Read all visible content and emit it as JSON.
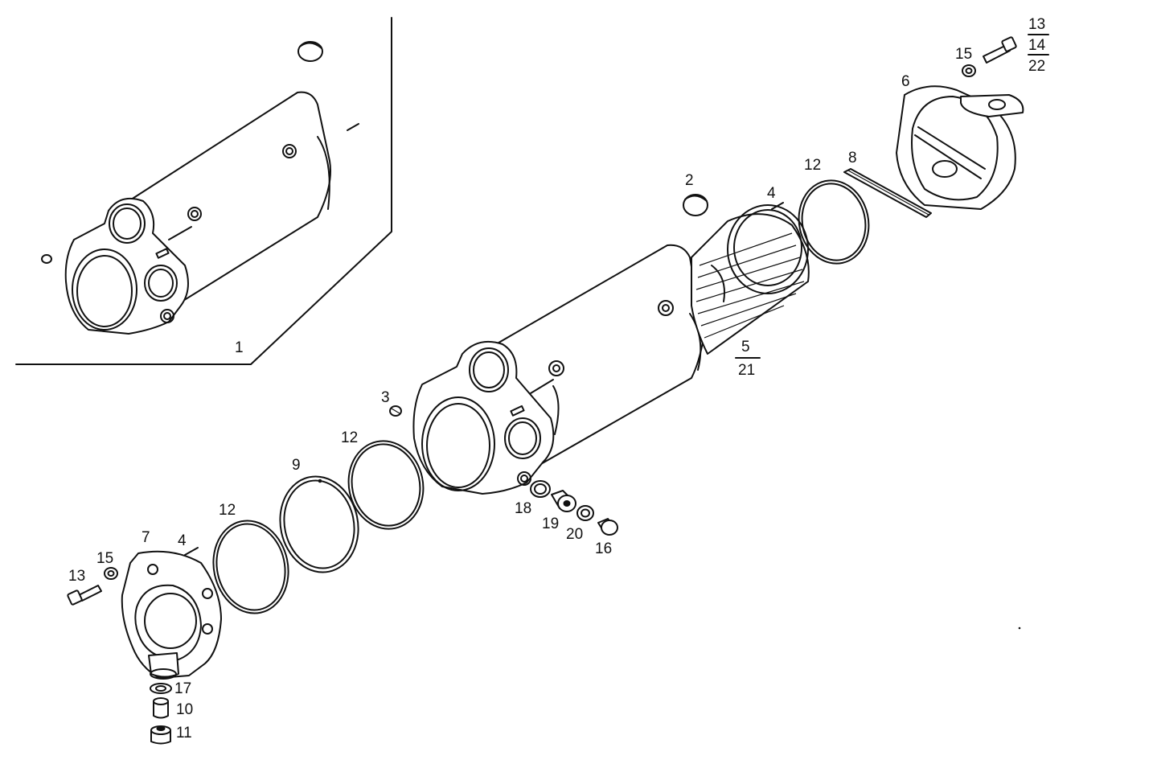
{
  "labels": {
    "l1": "1",
    "l2": "2",
    "l3": "3",
    "l4a": "4",
    "l4b": "4",
    "l5": "5",
    "l21": "21",
    "l6": "6",
    "l7": "7",
    "l8": "8",
    "l9": "9",
    "l10": "10",
    "l11": "11",
    "l12a": "12",
    "l12b": "12",
    "l12c": "12",
    "l13a": "13",
    "l13b": "13",
    "l14": "14",
    "l22": "22",
    "l15a": "15",
    "l15b": "15",
    "l16": "16",
    "l17": "17",
    "l18": "18",
    "l19": "19",
    "l20": "20"
  }
}
